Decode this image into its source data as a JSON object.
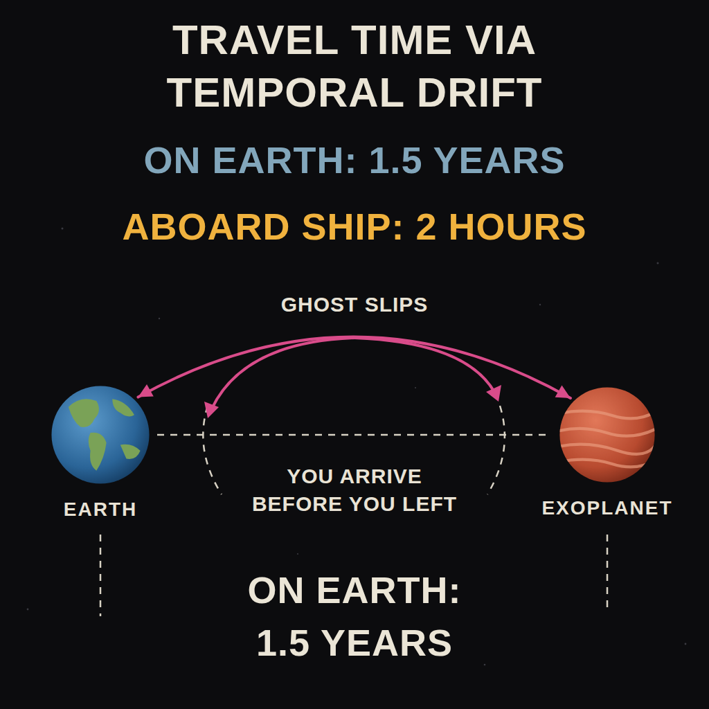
{
  "diagram": {
    "title": "TRAVEL TIME VIA TEMPORAL DRIFT",
    "nodes": [
      {
        "text": [
          "EARTH"
        ]
      },
      {
        "text": [
          "EXOPLANET"
        ]
      }
    ],
    "edges": [
      {
        "from": 0,
        "to": 1,
        "arrow": "both",
        "label": "GHOST SLIPS"
      },
      {
        "from": 0,
        "to": 1,
        "arrow": "none"
      }
    ],
    "labels": [
      "ON EARTH: 1.5 YEARS",
      "ABOARD SHIP: 2 HOURS",
      "YOU ARRIVE BEFORE YOU LEFT",
      "ON EARTH: 1.5 YEARS"
    ]
  }
}
